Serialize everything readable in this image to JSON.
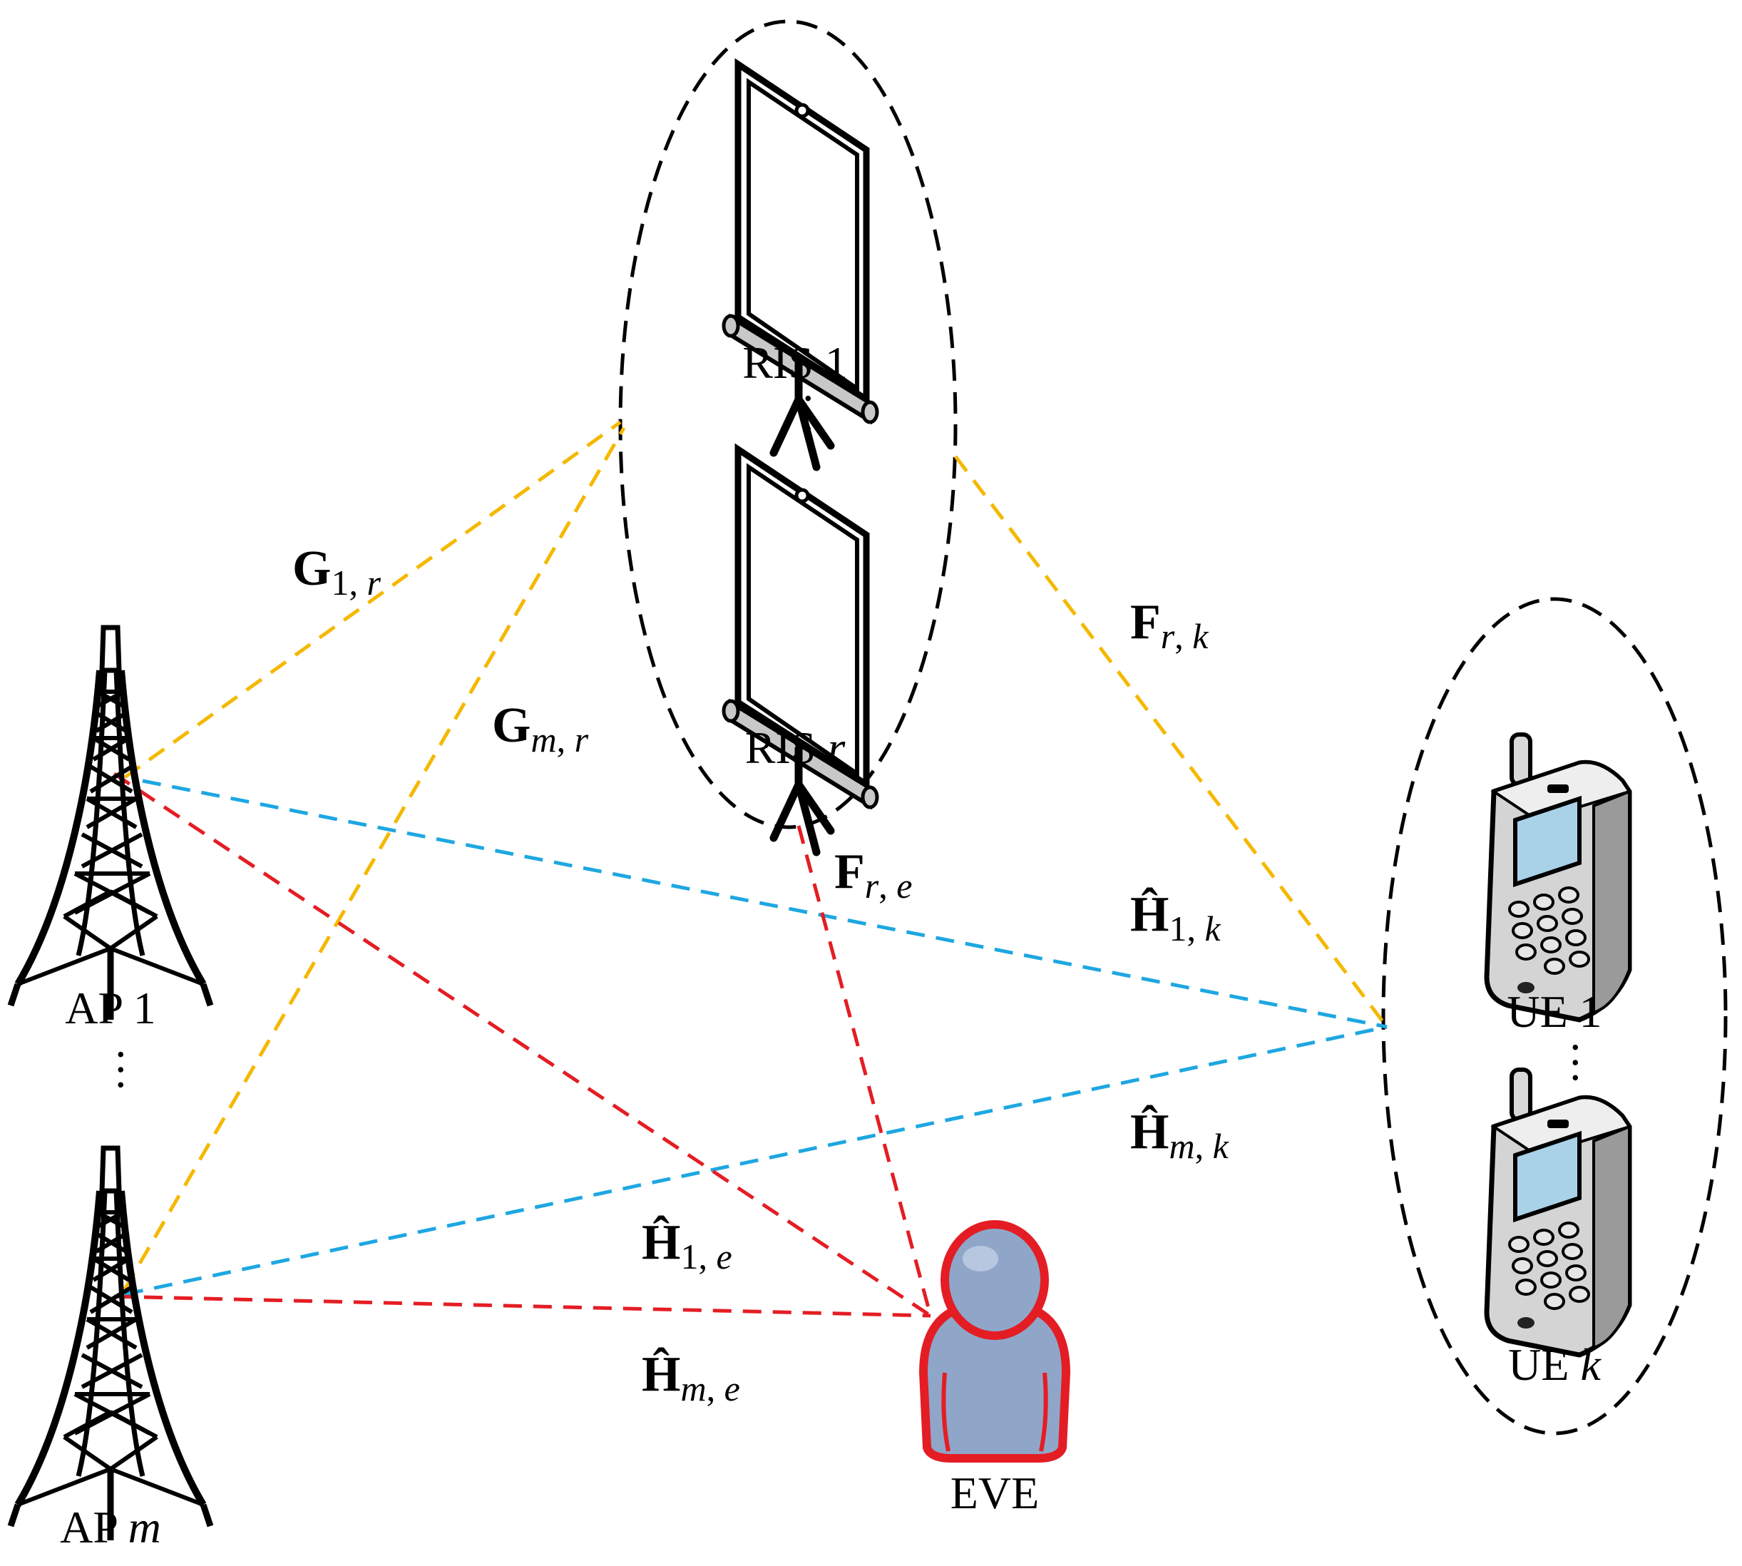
{
  "colors": {
    "ris_link": "#f5b800",
    "direct_link": "#1ea7e1",
    "eve_link": "#e41d24",
    "eve_outline": "#e41d24",
    "eve_fill": "#8fa6c9",
    "group_outline": "#000000"
  },
  "icons": {
    "ap": "tower-icon",
    "ris": "ris-panel-icon",
    "ue": "mobile-phone-icon",
    "eve": "eavesdropper-person-icon"
  },
  "nodes": {
    "ap1": {
      "prefix": "AP 1",
      "italic": ""
    },
    "apm": {
      "prefix": "AP ",
      "italic": "m"
    },
    "ris1": {
      "prefix": "RIS 1",
      "italic": ""
    },
    "risr": {
      "prefix": "RIS ",
      "italic": "r"
    },
    "ue1": {
      "prefix": "UE 1",
      "italic": ""
    },
    "uek": {
      "prefix": "UE ",
      "italic": "k"
    },
    "eve": {
      "prefix": "EVE",
      "italic": ""
    }
  },
  "ellipsis": "···",
  "channels": {
    "g1r": {
      "main": "G",
      "sub_plain": "1, ",
      "sub_italic": "r"
    },
    "gmr": {
      "main": "G",
      "sub_italic": "m",
      "sub_plain": ", ",
      "sub_italic2": "r"
    },
    "frk": {
      "main": "F",
      "sub_italic": "r",
      "sub_plain": ", ",
      "sub_italic2": "k"
    },
    "fre": {
      "main": "F",
      "sub_italic": "r",
      "sub_plain": ", ",
      "sub_italic2": "e"
    },
    "h1k": {
      "main": "Ĥ",
      "sub_plain": "1, ",
      "sub_italic": "k"
    },
    "hmk": {
      "main": "Ĥ",
      "sub_italic": "m",
      "sub_plain": ", ",
      "sub_italic2": "k"
    },
    "h1e": {
      "main": "Ĥ",
      "sub_plain": "1, ",
      "sub_italic": "e"
    },
    "hme": {
      "main": "Ĥ",
      "sub_italic": "m",
      "sub_plain": ", ",
      "sub_italic2": "e"
    }
  }
}
